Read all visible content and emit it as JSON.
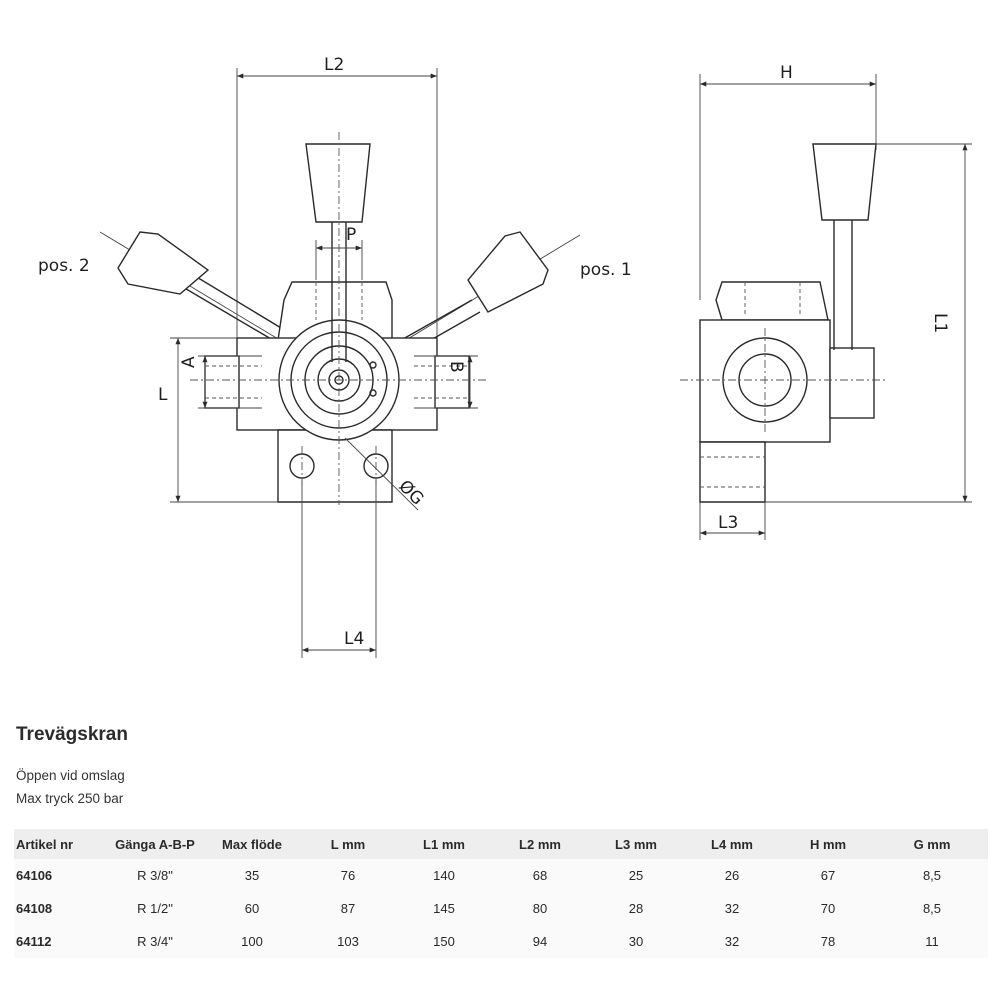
{
  "drawing": {
    "labels": {
      "l2": "L2",
      "h": "H",
      "p": "P",
      "pos2": "pos. 2",
      "pos1": "pos. 1",
      "a": "A",
      "b": "B",
      "l": "L",
      "l1": "L1",
      "g": "ØG",
      "l3": "L3",
      "l4": "L4"
    }
  },
  "product": {
    "title": "Trevägskran",
    "line1": "Öppen vid omslag",
    "line2": "Max tryck 250 bar"
  },
  "table": {
    "headers": [
      "Artikel nr",
      "Gänga A-B-P",
      "Max flöde",
      "L mm",
      "L1 mm",
      "L2 mm",
      "L3 mm",
      "L4 mm",
      "H mm",
      "G mm"
    ],
    "rows": [
      [
        "64106",
        "R 3/8\"",
        "35",
        "76",
        "140",
        "68",
        "25",
        "26",
        "67",
        "8,5"
      ],
      [
        "64108",
        "R 1/2\"",
        "60",
        "87",
        "145",
        "80",
        "28",
        "32",
        "70",
        "8,5"
      ],
      [
        "64112",
        "R 3/4\"",
        "100",
        "103",
        "150",
        "94",
        "30",
        "32",
        "78",
        "11"
      ]
    ]
  }
}
